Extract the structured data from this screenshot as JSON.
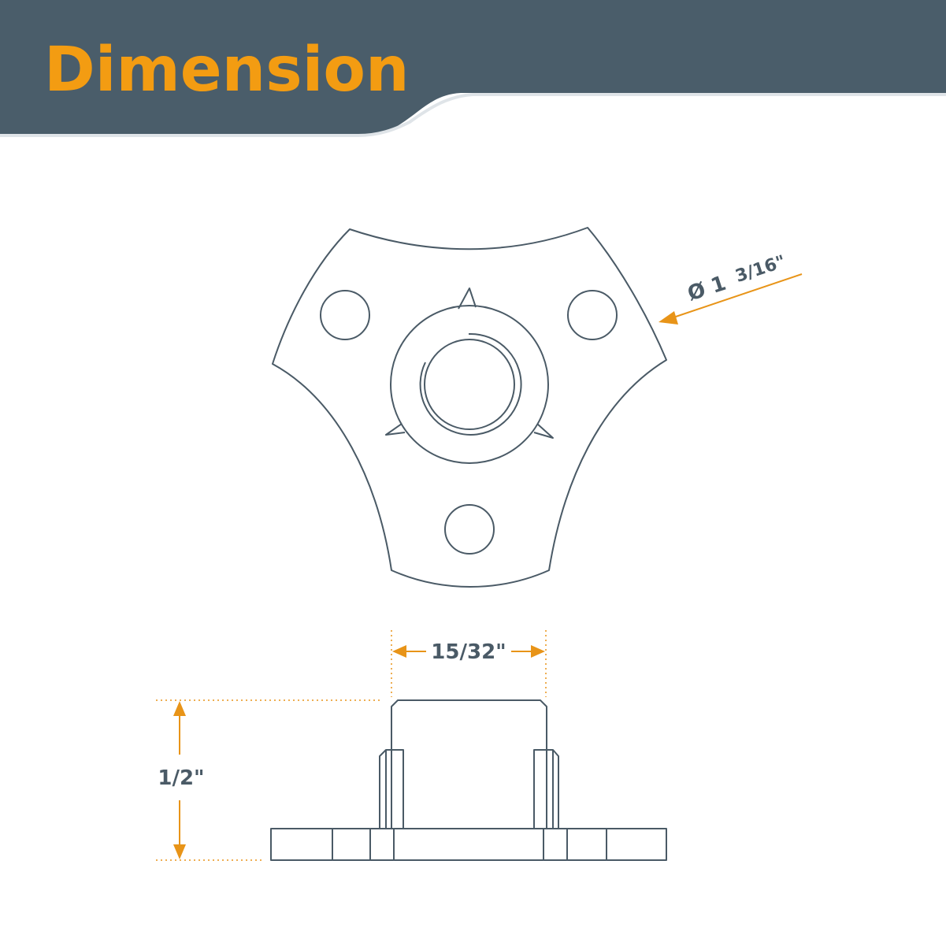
{
  "header": {
    "title": "Dimension",
    "band_color": "#4a5d6a",
    "title_color": "#f39c12"
  },
  "dimensions": {
    "diameter_symbol": "Ø 1",
    "diameter_fraction": "3/16\"",
    "width": "15/32\"",
    "height": "1/2\""
  },
  "colors": {
    "accent": "#e89418",
    "label": "#4a5a66",
    "outline": "#4a5a66"
  }
}
